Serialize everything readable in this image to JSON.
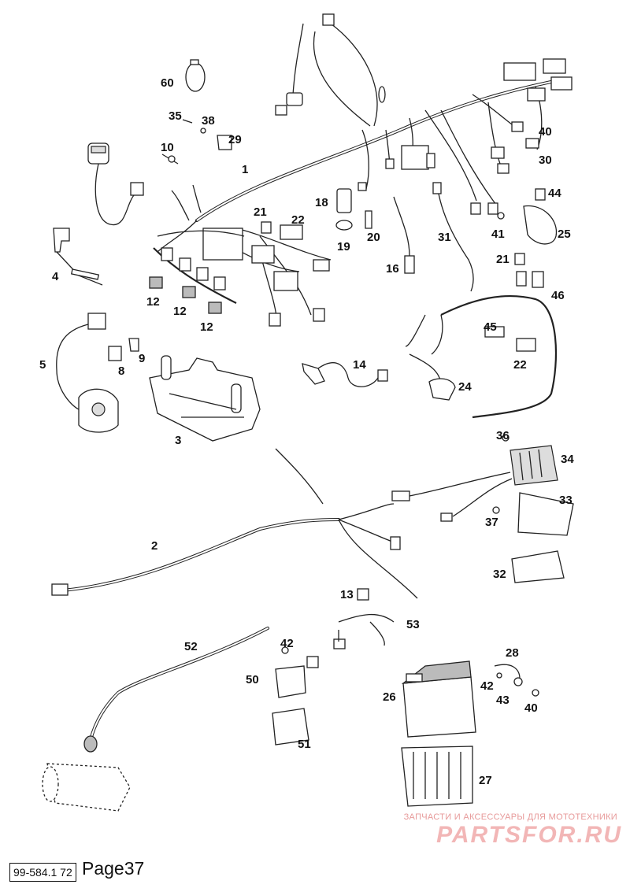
{
  "parts": [
    {
      "key": "p1",
      "label": "1"
    },
    {
      "key": "p2",
      "label": "2"
    },
    {
      "key": "p3",
      "label": "3"
    },
    {
      "key": "p4",
      "label": "4"
    },
    {
      "key": "p5",
      "label": "5"
    },
    {
      "key": "p8",
      "label": "8"
    },
    {
      "key": "p9",
      "label": "9"
    },
    {
      "key": "p10",
      "label": "10"
    },
    {
      "key": "p12a",
      "label": "12"
    },
    {
      "key": "p12b",
      "label": "12"
    },
    {
      "key": "p12c",
      "label": "12"
    },
    {
      "key": "p13",
      "label": "13"
    },
    {
      "key": "p14",
      "label": "14"
    },
    {
      "key": "p16",
      "label": "16"
    },
    {
      "key": "p18",
      "label": "18"
    },
    {
      "key": "p19",
      "label": "19"
    },
    {
      "key": "p20",
      "label": "20"
    },
    {
      "key": "p21a",
      "label": "21"
    },
    {
      "key": "p21b",
      "label": "21"
    },
    {
      "key": "p22a",
      "label": "22"
    },
    {
      "key": "p22b",
      "label": "22"
    },
    {
      "key": "p24",
      "label": "24"
    },
    {
      "key": "p25",
      "label": "25"
    },
    {
      "key": "p26",
      "label": "26"
    },
    {
      "key": "p27",
      "label": "27"
    },
    {
      "key": "p28",
      "label": "28"
    },
    {
      "key": "p29",
      "label": "29"
    },
    {
      "key": "p30",
      "label": "30"
    },
    {
      "key": "p31",
      "label": "31"
    },
    {
      "key": "p32",
      "label": "32"
    },
    {
      "key": "p33",
      "label": "33"
    },
    {
      "key": "p34",
      "label": "34"
    },
    {
      "key": "p35",
      "label": "35"
    },
    {
      "key": "p36",
      "label": "36"
    },
    {
      "key": "p37",
      "label": "37"
    },
    {
      "key": "p38",
      "label": "38"
    },
    {
      "key": "p40a",
      "label": "40"
    },
    {
      "key": "p40b",
      "label": "40"
    },
    {
      "key": "p41",
      "label": "41"
    },
    {
      "key": "p42a",
      "label": "42"
    },
    {
      "key": "p42b",
      "label": "42"
    },
    {
      "key": "p43",
      "label": "43"
    },
    {
      "key": "p44",
      "label": "44"
    },
    {
      "key": "p45",
      "label": "45"
    },
    {
      "key": "p46",
      "label": "46"
    },
    {
      "key": "p50",
      "label": "50"
    },
    {
      "key": "p51",
      "label": "51"
    },
    {
      "key": "p52",
      "label": "52"
    },
    {
      "key": "p53",
      "label": "53"
    },
    {
      "key": "p60",
      "label": "60"
    }
  ],
  "watermark": {
    "caption": "ЗАПЧАСТИ И АКСЕССУАРЫ ДЛЯ МОТОТЕХНИКИ",
    "logo": "PARTSFOR.RU",
    "color": "#f2b6b6"
  },
  "footer": {
    "doc_code": "99-584.1 72",
    "page": "Page37"
  }
}
